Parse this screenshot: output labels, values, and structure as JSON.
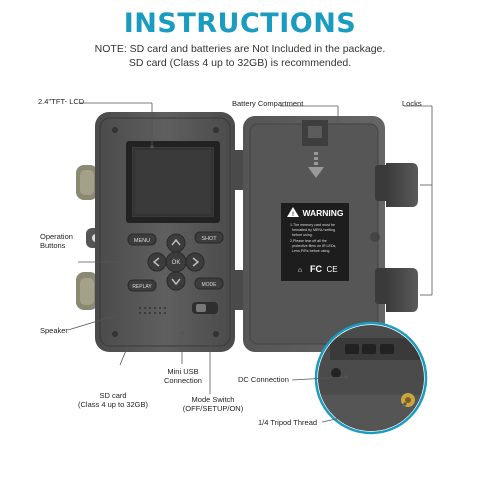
{
  "header": {
    "title": "INSTRUCTIONS",
    "note_line1": "NOTE:  SD card and batteries are Not Included in the package.",
    "note_line2": "SD card (Class 4 up to 32GB) is recommended."
  },
  "labels": {
    "lcd": "2.4''TFT- LCD",
    "battery": "Battery Compartment",
    "locks": "Locks",
    "operation_line1": "Operation",
    "operation_line2": "Buttons",
    "speaker": "Speaker",
    "sd_line1": "SD card",
    "sd_line2": "(Class 4 up to 32GB)",
    "usb_line1": "Mini USB",
    "usb_line2": "Connection",
    "mode_line1": "Mode Switch",
    "mode_line2": "(OFF/SETUP/ON)",
    "dc": "DC Connection",
    "tripod": "1/4 Tripod Thread"
  },
  "buttons": {
    "menu": "MENU",
    "shot": "SHOT",
    "ok": "OK",
    "replay": "REPLAY",
    "mode": "MODE"
  },
  "warning": {
    "title": "WARNING",
    "line1": "1.The memory card must be",
    "line2": "formatted by MENU setting",
    "line3": "before using.",
    "line4": "2.Please tear off all the",
    "line5": "protective films on IR LEDs,",
    "line6": "Lens,PIRs before using."
  },
  "colors": {
    "accent": "#1a9bc0",
    "body": "#5a5a5a",
    "body_dark": "#3f3f3f"
  }
}
